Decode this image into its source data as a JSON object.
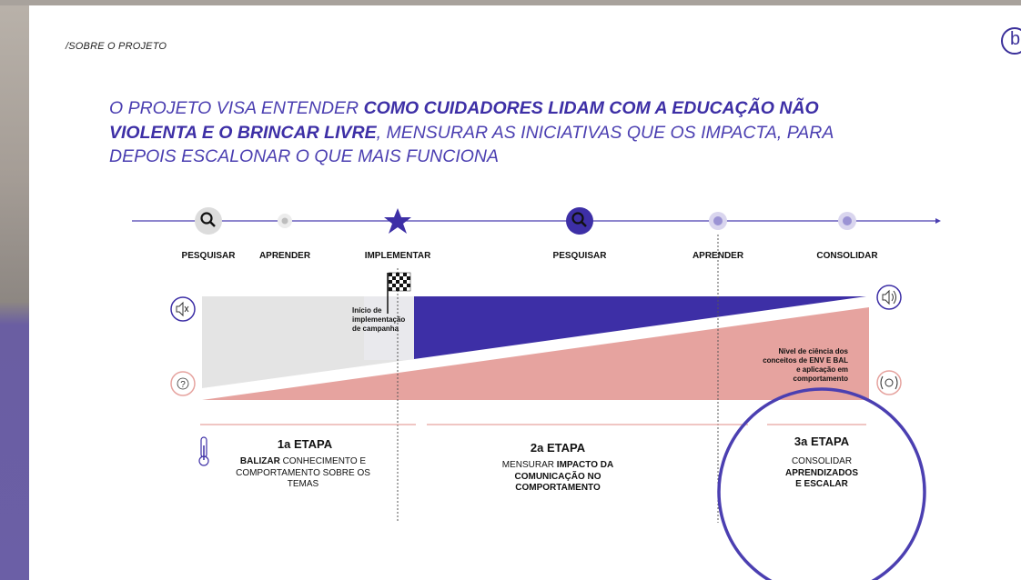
{
  "breadcrumb": "/SOBRE O PROJETO",
  "logo_letter": "b",
  "headline": {
    "part1": "O PROJETO VISA ENTENDER ",
    "bold1": "COMO CUIDADORES LIDAM COM A EDUCAÇÃO NÃO VIOLENTA E O BRINCAR LIVRE",
    "part2": ", MENSURAR AS INICIATIVAS QUE OS IMPACTA, PARA DEPOIS ESCALONAR O QUE MAIS FUNCIONA"
  },
  "timeline": {
    "steps": [
      "PESQUISAR",
      "APRENDER",
      "IMPLEMENTAR",
      "PESQUISAR",
      "APRENDER",
      "CONSOLIDAR"
    ]
  },
  "notes": {
    "campaign": [
      "Início de",
      "implementação",
      "de campanha"
    ],
    "science": [
      "Nível de ciência dos",
      "conceitos de ENV E BAL",
      "e aplicação em",
      "comportamento"
    ]
  },
  "stages": [
    {
      "title": "1a ETAPA",
      "desc_bold": "BALIZAR",
      "desc": " CONHECIMENTO E COMPORTAMENTO SOBRE OS TEMAS"
    },
    {
      "title": "2a ETAPA",
      "desc_pre": "MENSURAR ",
      "desc_bold": "IMPACTO DA COMUNICAÇÃO NO COMPORTAMENTO"
    },
    {
      "title": "3a ETAPA",
      "desc_pre": "CONSOLIDAR",
      "desc_bold": "APRENDIZADOS E ESCALAR"
    }
  ],
  "colors": {
    "purple": "#3d2fa6",
    "pink": "#e6a39f",
    "grey": "#e4e4e4"
  }
}
